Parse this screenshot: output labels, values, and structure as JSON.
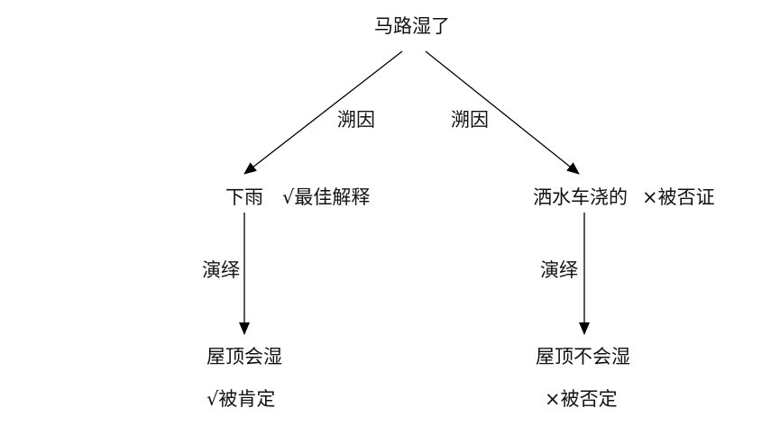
{
  "root": "马路湿了",
  "edges": {
    "left_top": "溯因",
    "right_top": "溯因",
    "left_bottom": "演绎",
    "right_bottom": "演绎"
  },
  "left": {
    "node": "下雨",
    "verdict": "√最佳解释",
    "child": "屋顶会湿",
    "child_verdict": "√被肯定"
  },
  "right": {
    "node": "洒水车浇的",
    "verdict": "×被否证",
    "child": "屋顶不会湿",
    "child_verdict": "×被否定"
  },
  "colors": {
    "line": "#000000",
    "text": "#111111"
  }
}
